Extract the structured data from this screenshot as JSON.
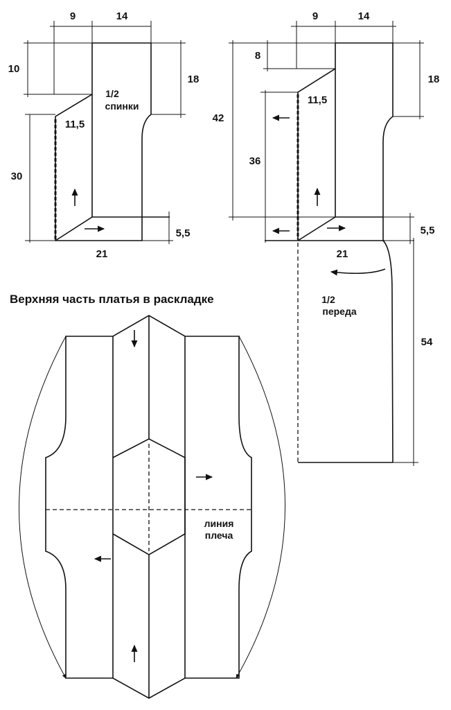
{
  "back": {
    "width_top_left": "9",
    "width_top_right": "14",
    "height_top": "10",
    "height_right": "18",
    "height_side": "30",
    "bevel": "11,5",
    "bottom_right": "5,5",
    "bottom_width": "21",
    "label_line1": "1/2",
    "label_line2": "спинки"
  },
  "front": {
    "width_top_left": "9",
    "width_top_right": "14",
    "height_small": "8",
    "height_total": "42",
    "height_inner": "36",
    "height_right": "18",
    "bevel": "11,5",
    "bottom_right": "5,5",
    "bottom_width": "21",
    "height_skirt": "54",
    "label_line1": "1/2",
    "label_line2": "переда"
  },
  "layout": {
    "title": "Верхняя часть платья в раскладке",
    "shoulder_line1": "линия",
    "shoulder_line2": "плеча"
  },
  "icons": {
    "arrow": "arrow-icon"
  }
}
